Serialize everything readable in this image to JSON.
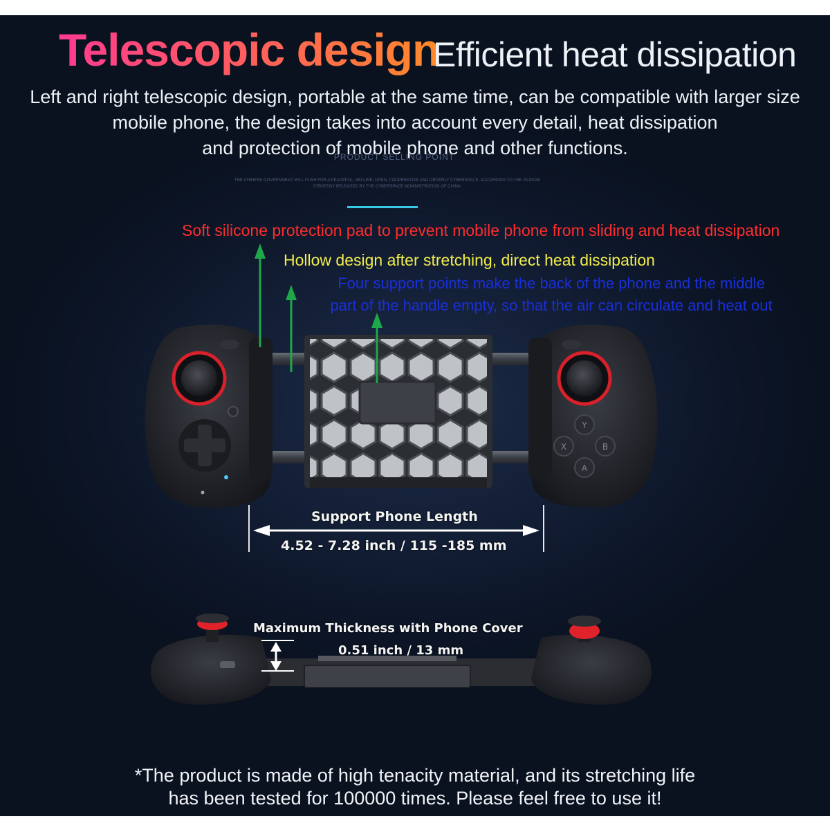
{
  "headline": {
    "primary": "Telescopic design",
    "secondary": "Efficient heat dissipation"
  },
  "description": [
    "Left and right telescopic design, portable at the same time, can be compatible with larger size",
    "mobile phone, the design takes into account every detail, heat dissipation",
    "and protection of mobile phone and other functions."
  ],
  "background_text": {
    "section_label": "PRODUCT SELLING POINT",
    "fine_print_1": "THE CHINESE GOVERNMENT WILL PUSH FOR A PEACEFUL, SECURE, OPEN, COOPERATIVE AND ORDERLY CYBERSPACE, ACCORDING TO THE 25-PAGE",
    "fine_print_2": "STRATEGY RELEASED BY THE CYBERSPACE ADMINISTRATION OF CHINA."
  },
  "annotations": {
    "silicone_pad": "Soft silicone protection pad to prevent mobile phone from sliding and heat dissipation",
    "hollow_design": "Hollow design after stretching, direct heat dissipation",
    "support_points": [
      "Four support points make the back of the phone and the middle",
      "part of the handle empty, so that the air can circulate and heat out"
    ]
  },
  "length_spec": {
    "label": "Support Phone Length",
    "value": "4.52 - 7.28 inch / 115 -185 mm"
  },
  "thickness_spec": {
    "label": "Maximum Thickness with Phone Cover",
    "value": "0.51 inch / 13 mm"
  },
  "controller_buttons": {
    "y": "Y",
    "x": "X",
    "b": "B",
    "a": "A"
  },
  "footer": [
    "*The product is made of high tenacity material, and its stretching life",
    "has been tested for 100000 times. Please feel free to use it!"
  ],
  "colors": {
    "background": "#131f36",
    "title_gradient_start": "#ff3b8f",
    "title_gradient_end": "#ff8a2a",
    "annotation_red": "#ff2d2d",
    "annotation_yellow": "#f3ef4c",
    "annotation_blue": "#1a2fd9",
    "arrow_green": "#1fa84a",
    "joystick_ring": "#e0232b",
    "accent_cyan": "#38c9e6"
  }
}
